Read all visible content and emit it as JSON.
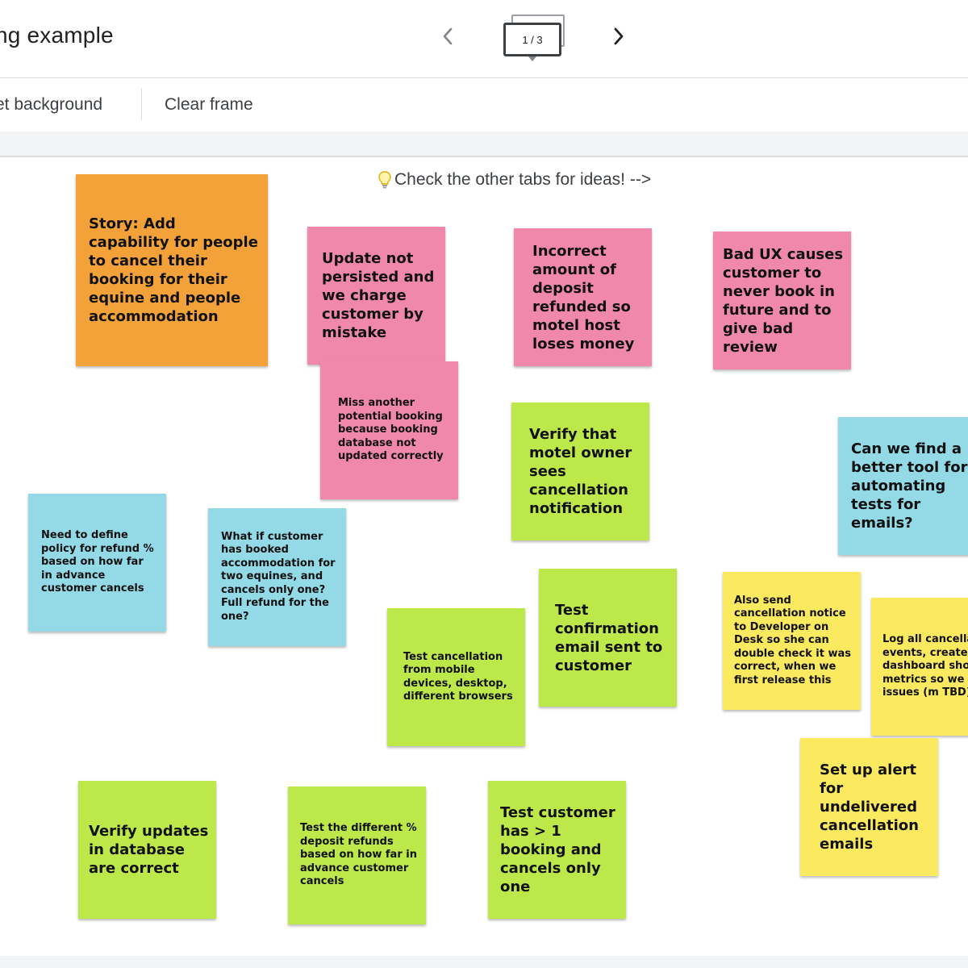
{
  "header": {
    "title": "ng example",
    "frame_indicator": "1 / 3",
    "prev_icon": "chevron-left-icon",
    "next_icon": "chevron-right-icon"
  },
  "toolbar": {
    "set_background_label": "et background",
    "clear_frame_label": "Clear frame"
  },
  "canvas": {
    "hint": "Check the other tabs for ideas! -->",
    "hint_icon": "lightbulb-icon",
    "notes": [
      {
        "text": "Story: Add capability for people to cancel their booking for their equine and people accommodation",
        "color": "#f3a23a"
      },
      {
        "text": "Update not persisted and we charge customer by mistake",
        "color": "#f088ab"
      },
      {
        "text": "Miss another potential booking because booking database not updated correctly",
        "color": "#f088ab"
      },
      {
        "text": "Incorrect amount of deposit refunded so motel host loses money",
        "color": "#f088ab"
      },
      {
        "text": "Bad UX causes customer to never book in future and to give bad review",
        "color": "#f088ab"
      },
      {
        "text": "Verify that motel owner sees cancellation notification",
        "color": "#bde84a"
      },
      {
        "text": "Can we find a better tool for automating tests for emails?",
        "color": "#93d9e6"
      },
      {
        "text": "Need to define policy for refund % based on how far in advance customer cancels",
        "color": "#93d9e6"
      },
      {
        "text": "What if customer has booked accommodation for two equines, and cancels only one? Full refund for the one?",
        "color": "#93d9e6"
      },
      {
        "text": "Test confirmation email sent to customer",
        "color": "#bde84a"
      },
      {
        "text": "Test cancellation from mobile devices, desktop, different browsers",
        "color": "#bde84a"
      },
      {
        "text": "Also send cancellation notice to Developer on Desk so she can double check it was correct, when we first release this",
        "color": "#fbe95f"
      },
      {
        "text": "Log all cancella events, create dashboard sho metrics so we spot issues (m TBD)",
        "color": "#fbe95f"
      },
      {
        "text": "Set up alert for undelivered cancellation emails",
        "color": "#fbe95f"
      },
      {
        "text": "Verify updates in database are correct",
        "color": "#bde84a"
      },
      {
        "text": "Test the different % deposit refunds based on how far in advance customer cancels",
        "color": "#bde84a"
      },
      {
        "text": "Test customer has > 1 booking and cancels only one",
        "color": "#bde84a"
      }
    ]
  }
}
